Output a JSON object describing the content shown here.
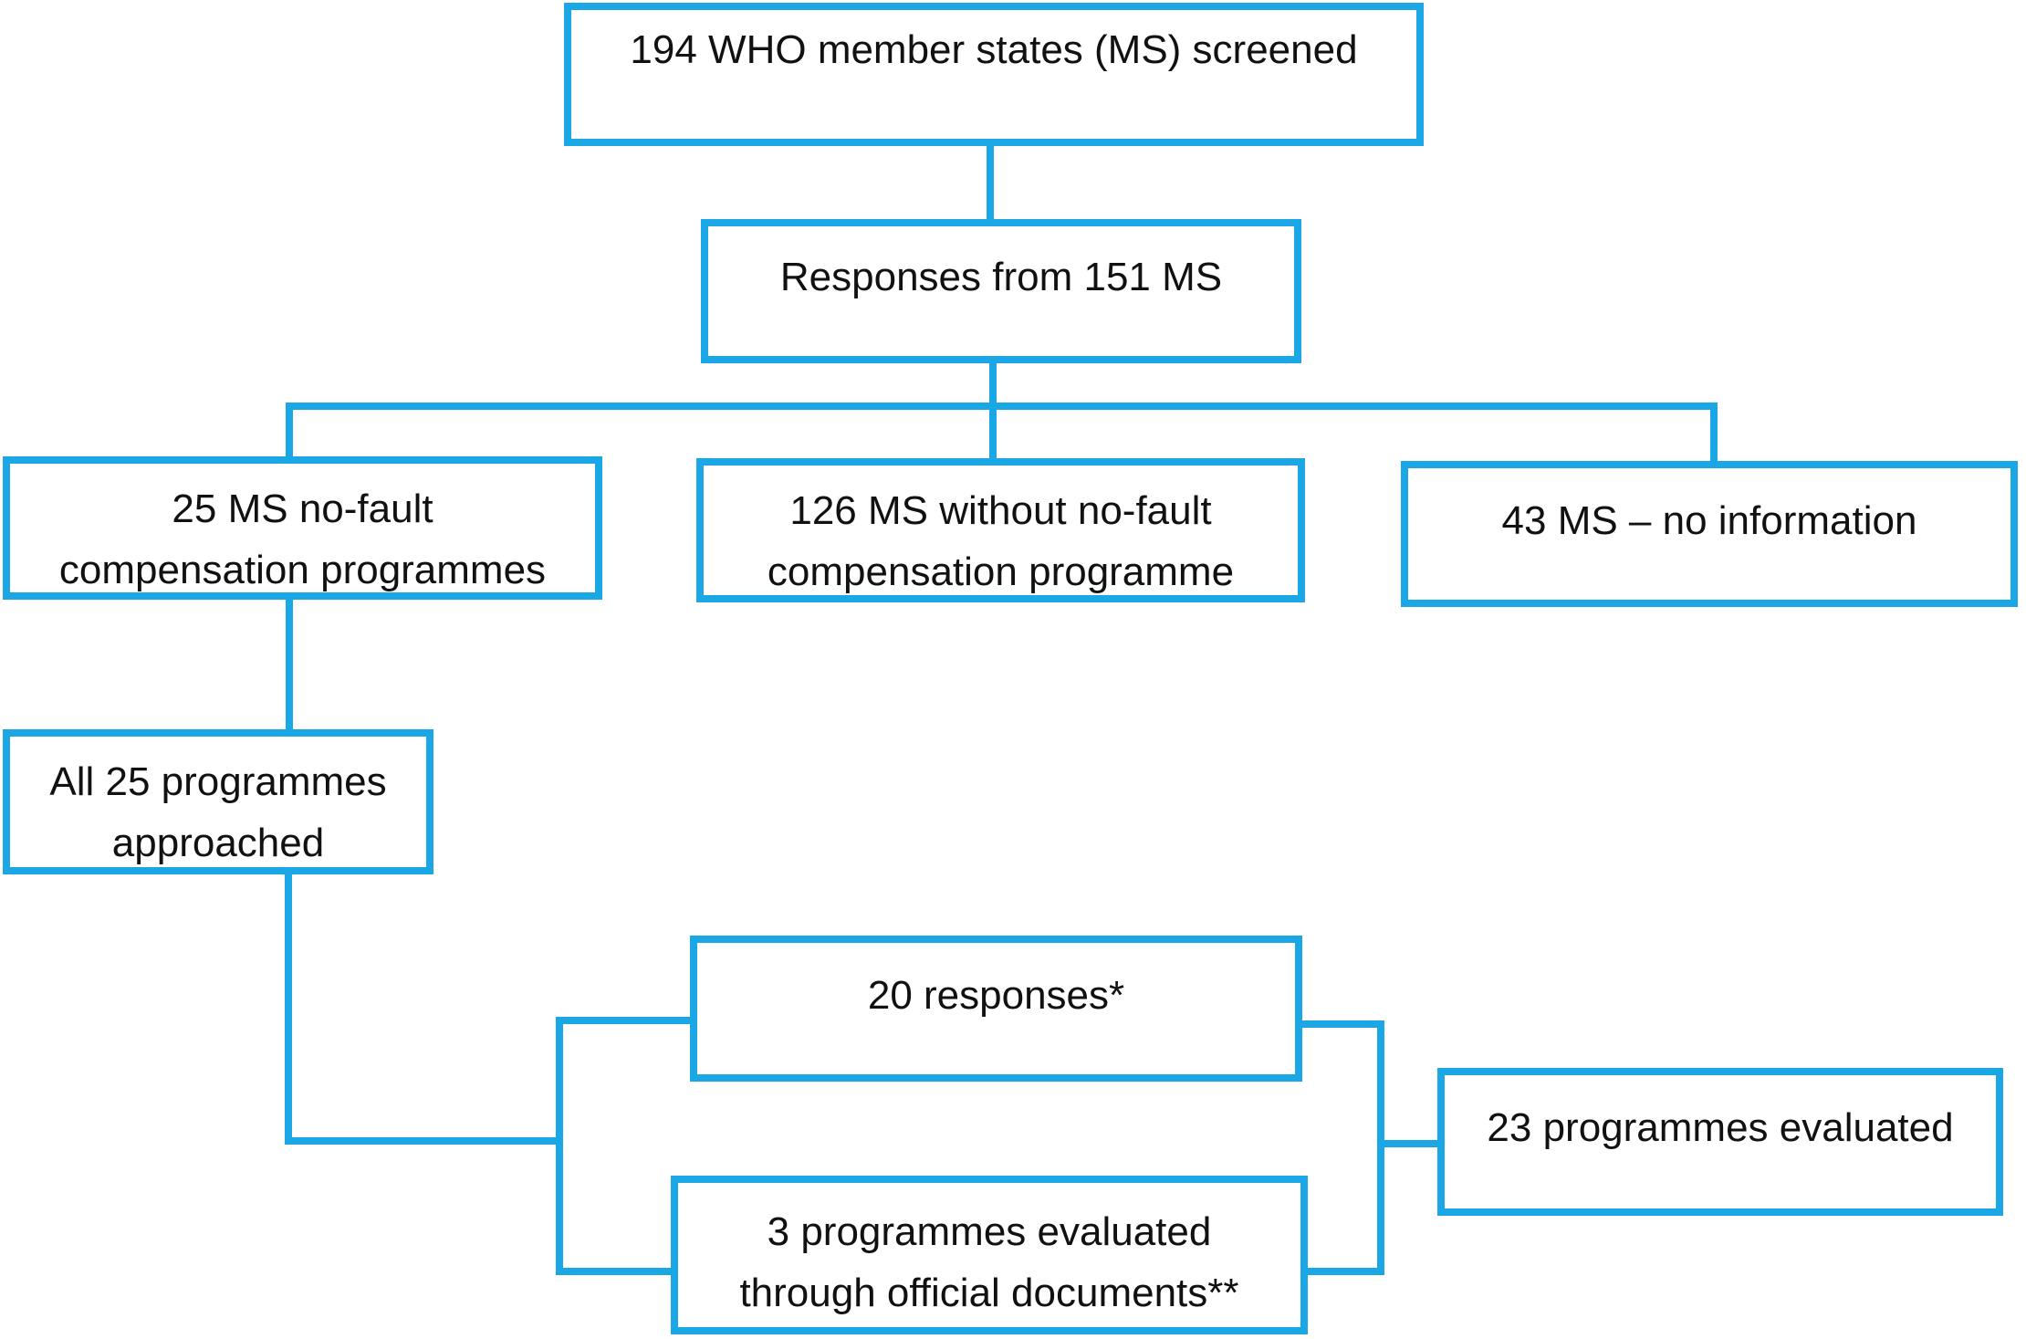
{
  "diagram": {
    "accent_color": "#1ba7e6",
    "text_color": "#111111",
    "background_color": "#ffffff",
    "nodes": {
      "screened": {
        "lines": [
          "194 WHO member states (MS) screened"
        ]
      },
      "responses": {
        "lines": [
          "Responses from 151 MS"
        ]
      },
      "no_fault": {
        "lines": [
          "25 MS no-fault",
          "compensation programmes"
        ]
      },
      "without_no_fault": {
        "lines": [
          "126 MS without no-fault",
          "compensation programme"
        ]
      },
      "no_information": {
        "lines": [
          "43 MS – no information"
        ]
      },
      "approached": {
        "lines": [
          "All 25 programmes",
          "approached"
        ]
      },
      "responses_20": {
        "lines": [
          "20 responses*"
        ]
      },
      "official_documents": {
        "lines": [
          "3 programmes evaluated",
          "through official documents**"
        ]
      },
      "evaluated_23": {
        "lines": [
          "23 programmes evaluated"
        ]
      }
    }
  }
}
